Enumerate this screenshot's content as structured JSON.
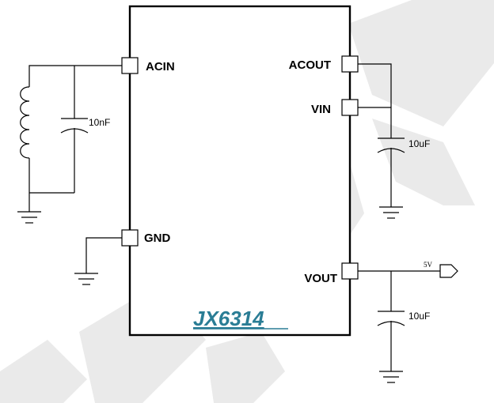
{
  "chip": {
    "part_number": "JX6314",
    "pins": {
      "acin": "ACIN",
      "gnd": "GND",
      "acout": "ACOUT",
      "vin": "VIN",
      "vout": "VOUT"
    }
  },
  "components": {
    "acin_capacitor": "10nF",
    "vin_capacitor": "10uF",
    "vout_capacitor": "10uF"
  },
  "nets": {
    "output_label": "5V"
  },
  "colors": {
    "part_number": "#2a7d95",
    "watermark": "#eaeaea",
    "lines": "#000000"
  }
}
